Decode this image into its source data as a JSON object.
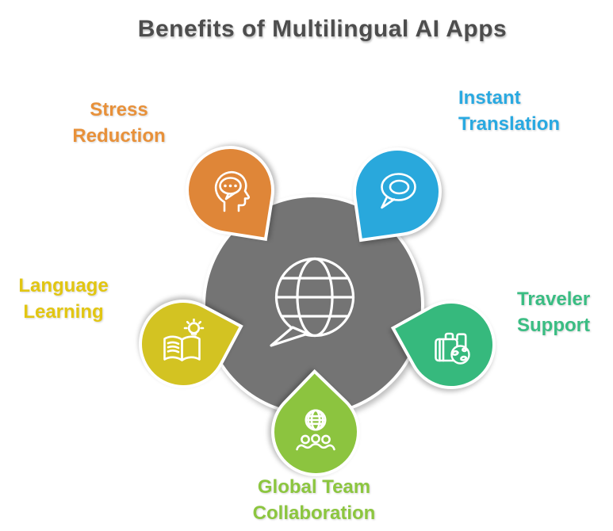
{
  "title": {
    "text": "Benefits of Multilingual AI Apps",
    "color": "#4D4D4D"
  },
  "center_hub": {
    "icon": "globe-speech-bubble-icon",
    "shape_color": "#747474",
    "icon_color": "#FFFFFF"
  },
  "benefits": [
    {
      "id": "stress-reduction",
      "label": "Stress Reduction",
      "lines": [
        "Stress",
        "Reduction"
      ],
      "icon": "head-with-speech-bubble-icon",
      "shape_color": "#DF8638",
      "text_color": "#E8913A",
      "position": "top-left"
    },
    {
      "id": "instant-translation",
      "label": "Instant Translation",
      "lines": [
        "Instant",
        "Translation"
      ],
      "icon": "speech-bubble-icon",
      "shape_color": "#29A8DC",
      "text_color": "#29A9E1",
      "position": "top-right"
    },
    {
      "id": "language-learning",
      "label": "Language Learning",
      "lines": [
        "Language",
        "Learning"
      ],
      "icon": "open-book-lightbulb-icon",
      "shape_color": "#D3C322",
      "text_color": "#E2C612",
      "position": "left"
    },
    {
      "id": "traveler-support",
      "label": "Traveler Support",
      "lines": [
        "Traveler",
        "Support"
      ],
      "icon": "suitcase-globe-icon",
      "shape_color": "#36B97D",
      "text_color": "#3ABD83",
      "position": "right"
    },
    {
      "id": "global-team-collaboration",
      "label": "Global Team Collaboration",
      "lines": [
        "Global Team",
        "Collaboration"
      ],
      "icon": "globe-people-icon",
      "shape_color": "#8CC43F",
      "text_color": "#8CC63F",
      "position": "bottom"
    }
  ]
}
